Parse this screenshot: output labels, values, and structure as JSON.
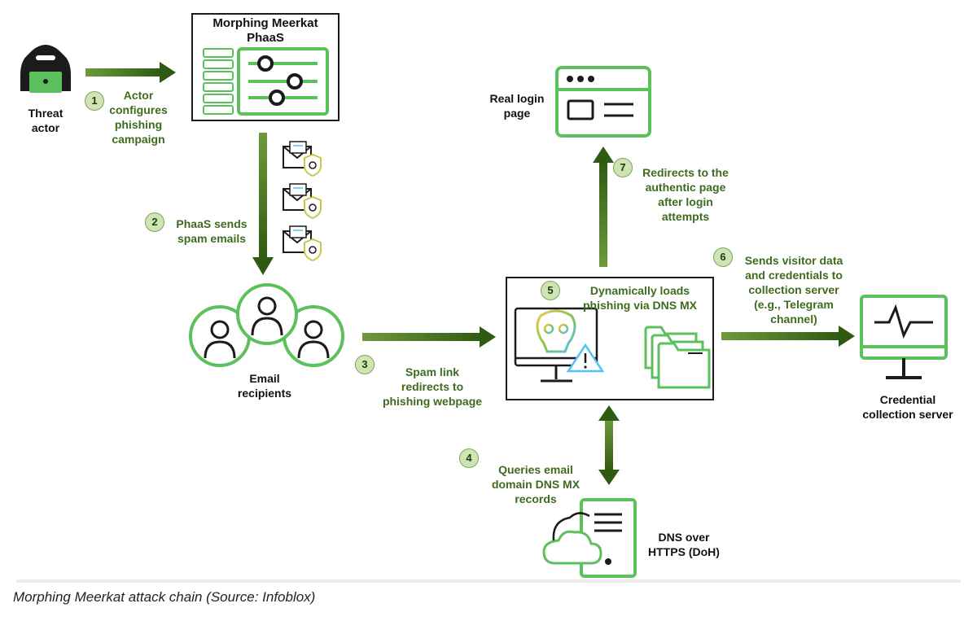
{
  "colors": {
    "accent_green": "#4caf50",
    "icon_green": "#5cc05c",
    "text_green": "#3e6b1d",
    "arrow_dark": "#2f5a12",
    "arrow_light": "#6e9a3c",
    "step_fill": "#cfe3b5"
  },
  "nodes": {
    "threat_actor": {
      "label": "Threat\nactor",
      "icon": "hacker-icon"
    },
    "phaas": {
      "label": "Morphing Meerkat\nPhaaS",
      "icon": "control-panel-icon"
    },
    "email_recipients": {
      "label": "Email\nrecipients",
      "icon": "users-icon"
    },
    "phishing_page": {
      "icon": "skull-monitor-icon"
    },
    "real_login": {
      "label": "Real login\npage",
      "icon": "browser-window-icon"
    },
    "credential_server": {
      "label": "Credential\ncollection server",
      "icon": "monitor-pulse-icon"
    },
    "doh": {
      "label": "DNS over\nHTTPS (DoH)",
      "icon": "cloud-server-icon"
    }
  },
  "steps": [
    {
      "num": "1",
      "text": "Actor\nconfigures\nphishing\ncampaign"
    },
    {
      "num": "2",
      "text": "PhaaS sends\nspam emails"
    },
    {
      "num": "3",
      "text": "Spam link\nredirects to\nphishing webpage"
    },
    {
      "num": "4",
      "text": "Queries email\ndomain DNS MX\nrecords"
    },
    {
      "num": "5",
      "text": "Dynamically loads\nphishing via DNS MX"
    },
    {
      "num": "6",
      "text": "Sends visitor data\nand credentials to\ncollection server\n(e.g., Telegram\nchannel)"
    },
    {
      "num": "7",
      "text": "Redirects to the\nauthentic page\nafter login\nattempts"
    }
  ],
  "caption": "Morphing Meerkat attack chain (Source: Infoblox)"
}
